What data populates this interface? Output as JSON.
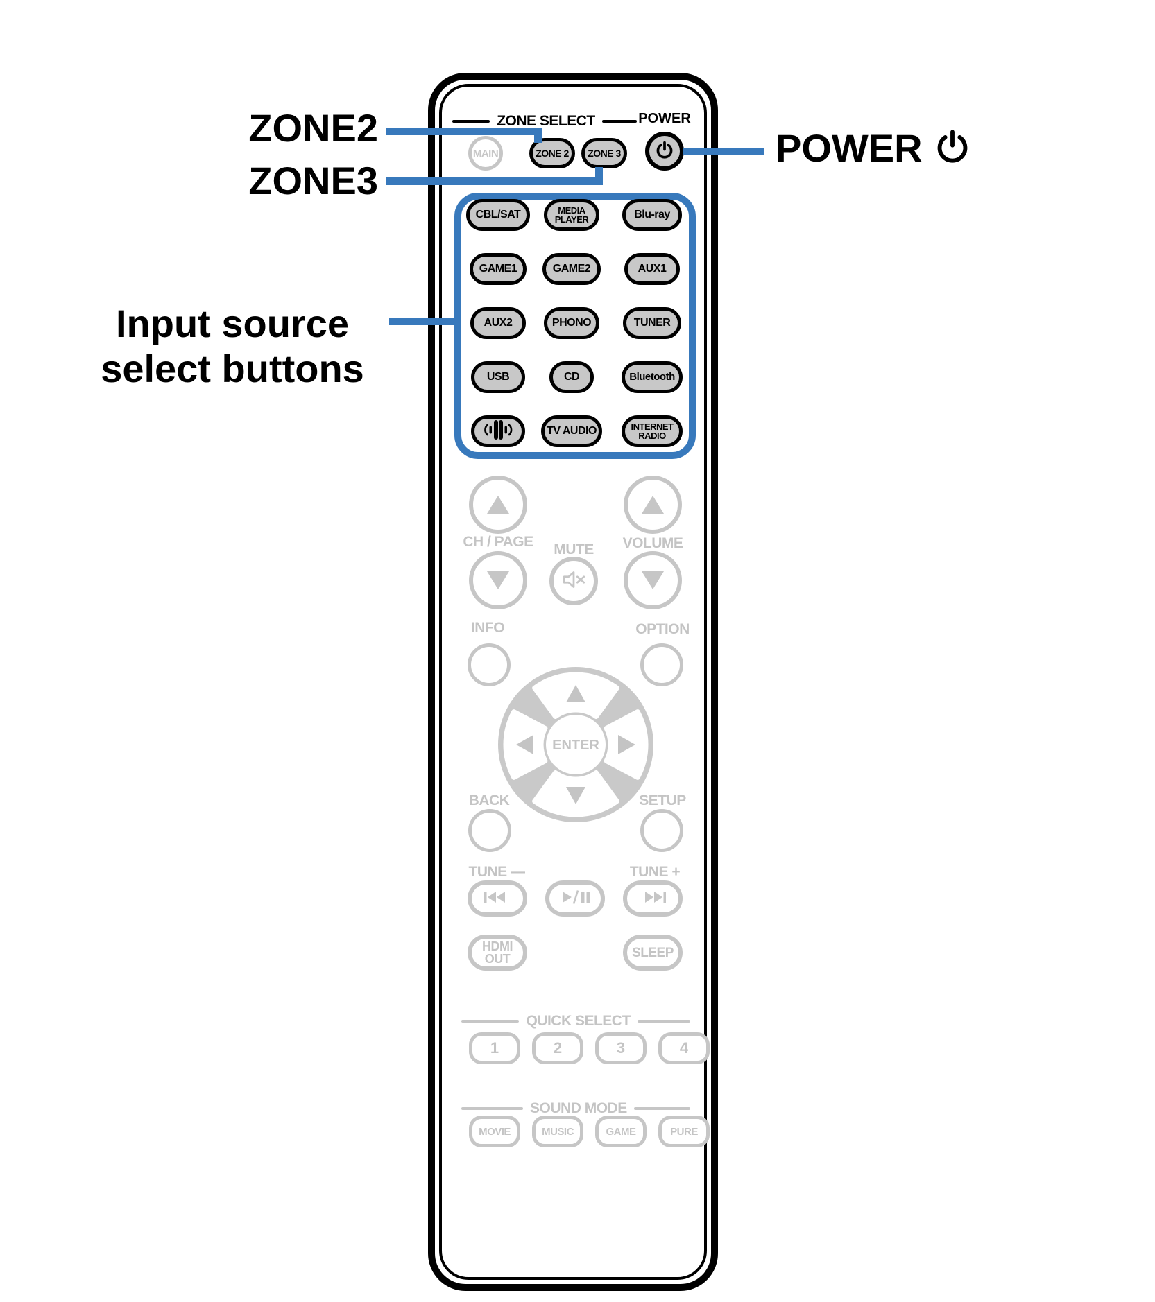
{
  "colors": {
    "accent_blue": "#3879BC",
    "button_fill": "#C8C8C8",
    "inactive_gray": "#C6C6C6"
  },
  "callouts": {
    "zone2": "ZONE2",
    "zone3": "ZONE3",
    "input_source_line1": "Input source",
    "input_source_line2": "select buttons",
    "power": "POWER",
    "power_icon": "power-icon"
  },
  "remote": {
    "zone_select_heading": "ZONE SELECT",
    "power_heading": "POWER",
    "main_button": "MAIN",
    "zone2_button": "ZONE 2",
    "zone3_button": "ZONE 3",
    "power_button_icon": "power-icon",
    "input_sources": [
      {
        "label": "CBL/SAT"
      },
      {
        "lines": [
          "MEDIA",
          "PLAYER"
        ]
      },
      {
        "label": "Blu-ray"
      },
      {
        "label": "GAME1"
      },
      {
        "label": "GAME2"
      },
      {
        "label": "AUX1"
      },
      {
        "label": "AUX2"
      },
      {
        "label": "PHONO"
      },
      {
        "label": "TUNER"
      },
      {
        "label": "USB"
      },
      {
        "label": "CD"
      },
      {
        "label": "Bluetooth"
      },
      {
        "icon": "heos-icon"
      },
      {
        "label": "TV AUDIO"
      },
      {
        "lines": [
          "INTERNET",
          "RADIO"
        ]
      }
    ],
    "ch_page_label": "CH / PAGE",
    "mute_label": "MUTE",
    "mute_icon": "mute-icon",
    "volume_label": "VOLUME",
    "info_label": "INFO",
    "option_label": "OPTION",
    "enter_label": "ENTER",
    "back_label": "BACK",
    "setup_label": "SETUP",
    "tune_minus_label": "TUNE —",
    "tune_plus_label": "TUNE +",
    "skip_back_icon": "skip-back-icon",
    "play_pause_icon": "play-pause-icon",
    "skip_forward_icon": "skip-forward-icon",
    "hdmi_out_lines": [
      "HDMI",
      "OUT"
    ],
    "sleep_label": "SLEEP",
    "quick_select_heading": "QUICK SELECT",
    "quick_select_buttons": [
      "1",
      "2",
      "3",
      "4"
    ],
    "sound_mode_heading": "SOUND MODE",
    "sound_mode_buttons": [
      "MOVIE",
      "MUSIC",
      "GAME",
      "PURE"
    ]
  }
}
